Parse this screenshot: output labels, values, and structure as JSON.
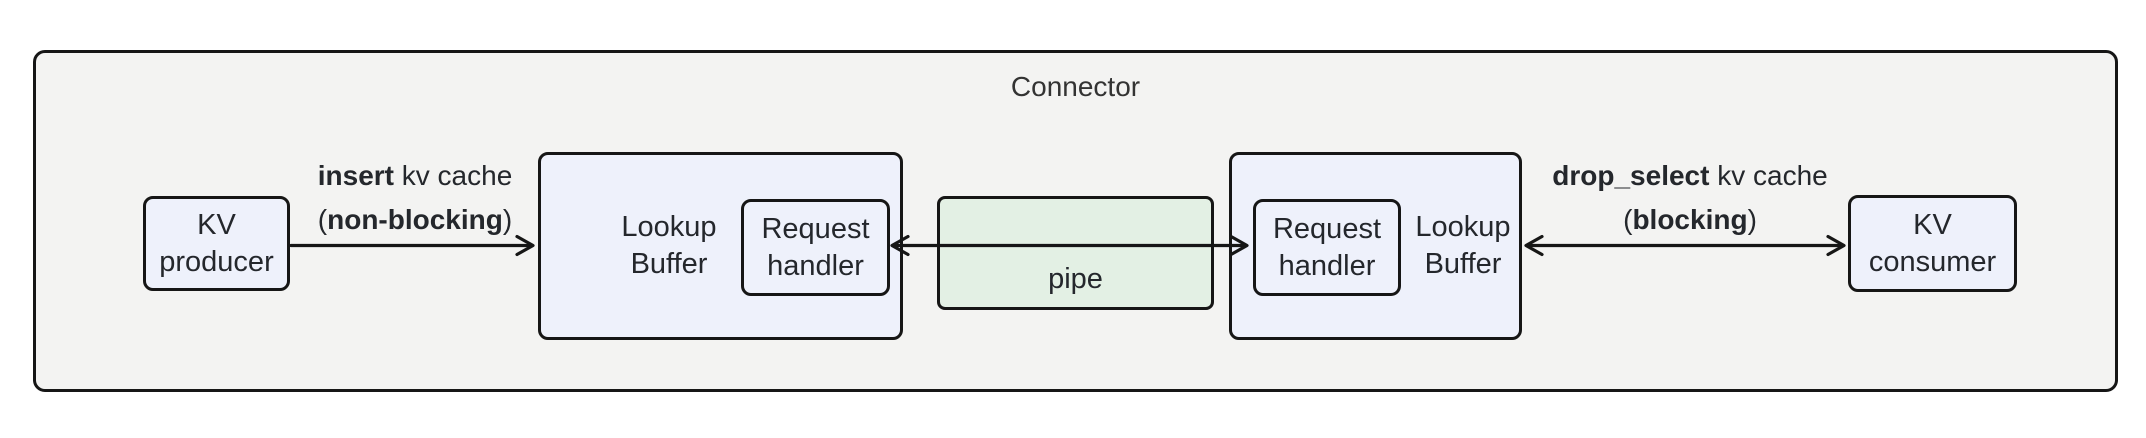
{
  "colors": {
    "container_fill": "#f3f3f2",
    "node_fill": "#eef1fb",
    "pipe_fill": "#e3f0e4",
    "border": "#161616",
    "text": "#24272c",
    "title_text": "#333333"
  },
  "connector": {
    "title": "Connector"
  },
  "nodes": {
    "kv_producer": {
      "lines": [
        "KV",
        "producer"
      ]
    },
    "lookup_buffer_left": {
      "lines": [
        "Lookup",
        "Buffer"
      ]
    },
    "request_handler_left": {
      "lines": [
        "Request",
        "handler"
      ]
    },
    "pipe": {
      "label": "pipe"
    },
    "request_handler_right": {
      "lines": [
        "Request",
        "handler"
      ]
    },
    "lookup_buffer_right": {
      "lines": [
        "Lookup",
        "Buffer"
      ]
    },
    "kv_consumer": {
      "lines": [
        "KV",
        "consumer"
      ]
    }
  },
  "edges": {
    "insert": {
      "bold1": "insert",
      "rest1": " kv cache",
      "pre2": "(",
      "bold2": "non-blocking",
      "post2": ")"
    },
    "drop_select": {
      "bold1": "drop_select",
      "rest1": " kv cache",
      "pre2": "(",
      "bold2": "blocking",
      "post2": ")"
    }
  }
}
